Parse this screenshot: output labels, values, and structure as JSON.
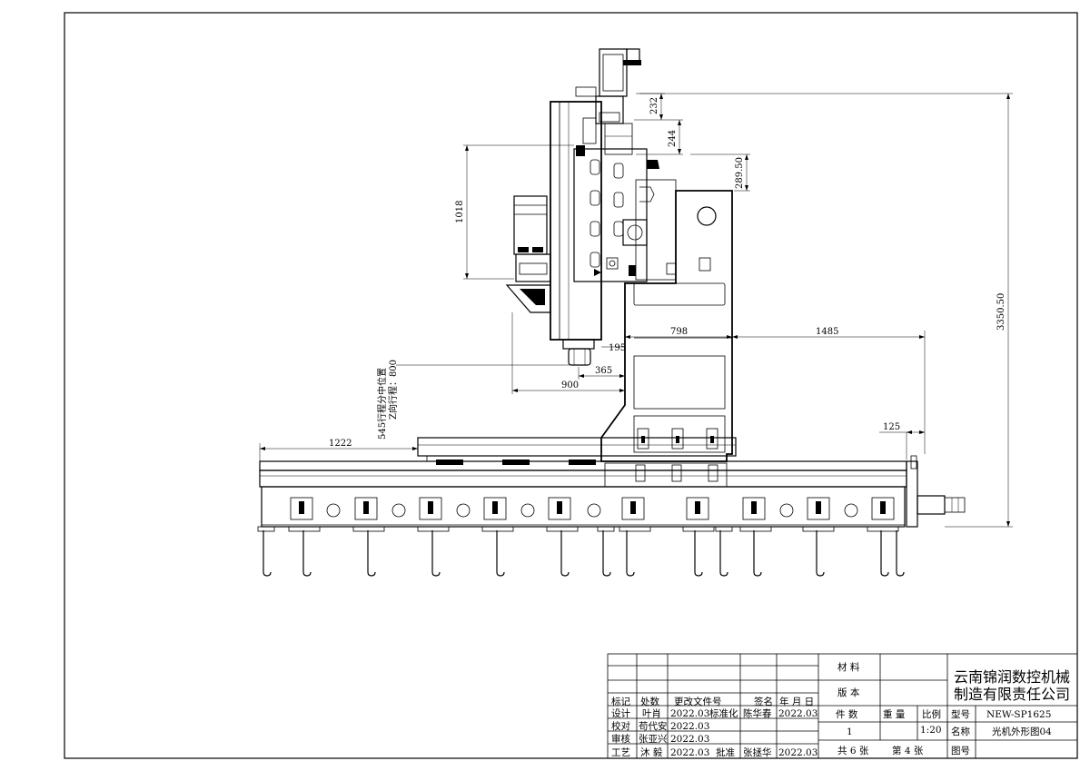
{
  "dimensions": {
    "d232": "232",
    "d244": "244",
    "d289": "289.50",
    "d1018": "1018",
    "d3350": "3350.50",
    "d798": "798",
    "d1485": "1485",
    "d195": "195",
    "d365": "365",
    "d900": "900",
    "d125": "125",
    "d1222": "1222",
    "note_line1": "545行程分中位置",
    "note_line2": "Z向行程：800"
  },
  "title_block": {
    "company_line1": "云南锦润数控机械",
    "company_line2": "制造有限责任公司",
    "material_label": "材 料",
    "version_label": "版 本",
    "count_label": "件 数",
    "weight_label": "重 量",
    "ratio_label": "比例",
    "count_value": "1",
    "ratio_value": "1:20",
    "model_label": "型号",
    "model_value": "NEW-SP1625",
    "name_label": "名称",
    "name_value": "光机外形图04",
    "drawing_no_label": "图号",
    "sheets": "共 6 张",
    "sheet_no": "第 4 张",
    "rev_headers": {
      "mark": "标记",
      "count": "处数",
      "change_doc": "更改文件号",
      "sign": "签名",
      "date": "年 月 日"
    },
    "rows": {
      "design_role": "设计",
      "design_name": "叶肖",
      "design_date": "2022.03",
      "standard_role": "标准化",
      "standard_name": "陈华春",
      "standard_date": "2022.03",
      "check_role": "校对",
      "check_name": "苟代安",
      "check_date": "2022.03",
      "review_role": "审核",
      "review_name": "张亚兴",
      "review_date": "2022.03",
      "process_role": "工艺",
      "process_name": "沐 毅",
      "process_date": "2022.03",
      "approve_role": "批准",
      "approve_name": "张拯华",
      "approve_date": "2022.03"
    }
  }
}
